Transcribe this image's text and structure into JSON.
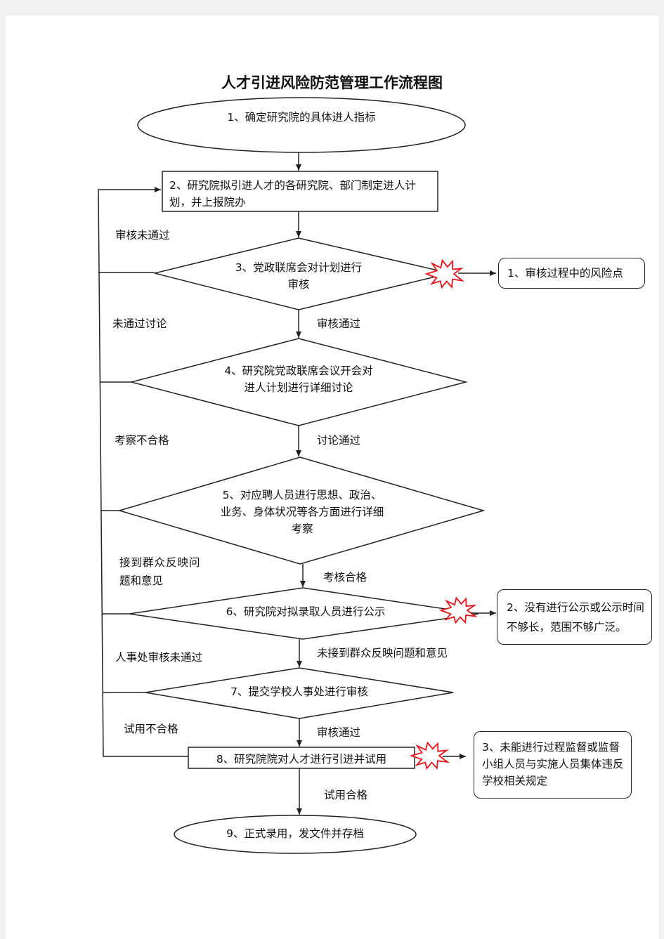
{
  "title": "人才引进风险防范管理工作流程图",
  "steps": {
    "s1": "1、确定研究院的具体进人指标",
    "s2": "2、研究院拟引进人才的各研究院、部门制定进人计划，并上报院办",
    "s3_line1": "3、党政联席会对计划进行",
    "s3_line2": "审核",
    "s4_line1": "4、研究院党政联席会议开会对",
    "s4_line2": "进人计划进行详细讨论",
    "s5_line1": "5、对应聘人员进行思想、政治、",
    "s5_line2": "业务、身体状况等各方面进行详细",
    "s5_line3": "考察",
    "s6": "6、研究院对拟录取人员进行公示",
    "s7": "7、提交学校人事处进行审核",
    "s8": "8、研究院院对人才进行引进并试用",
    "s9": "9、正式录用，发文件并存档"
  },
  "pass_labels": {
    "p3": "审核通过",
    "p4": "讨论通过",
    "p5": "考核合格",
    "p6": "未接到群众反映问题和意见",
    "p7": "审核通过",
    "p8": "试用合格"
  },
  "fail_labels": {
    "f3": "审核未通过",
    "f4": "未通过讨论",
    "f5": "考察不合格",
    "f6_line1": "接到群众反映问",
    "f6_line2": "题和意见",
    "f7": "人事处审核未通过",
    "f8": "试用不合格"
  },
  "risks": {
    "r1": "1、审核过程中的风险点",
    "r2": "2、没有进行公示或公示时间不够长，范围不够广泛。",
    "r3": "3、未能进行过程监督或监督小组人员与实施人员集体违反学校相关规定"
  },
  "colors": {
    "line": "#222222",
    "risk_star_stroke": "#e8141b",
    "risk_star_fill": "#ffffff"
  },
  "icons": {
    "risk_marker": "red-starburst-icon"
  }
}
